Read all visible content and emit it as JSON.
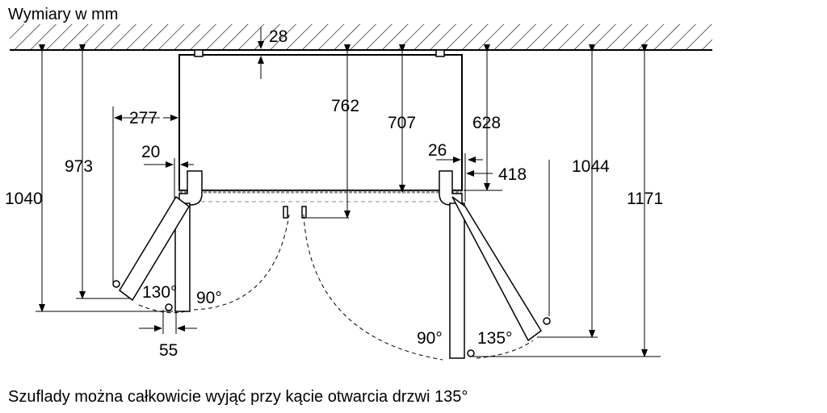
{
  "title": "Wymiary w mm",
  "caption": "Szuflady można całkowicie wyjąć przy kącie otwarcia drzwi 135°",
  "dimensions": {
    "wall_gap": "28",
    "depth_body": "762",
    "depth_inner": "707",
    "depth_628": "628",
    "side_277": "277",
    "side_20": "20",
    "side_26": "26",
    "side_418": "418",
    "depth_973": "973",
    "depth_1040": "1040",
    "depth_1044": "1044",
    "depth_1171": "1171",
    "bottom_55": "55"
  },
  "angles": {
    "left_open": "130°",
    "left_90": "90°",
    "right_90": "90°",
    "right_open": "135°"
  }
}
